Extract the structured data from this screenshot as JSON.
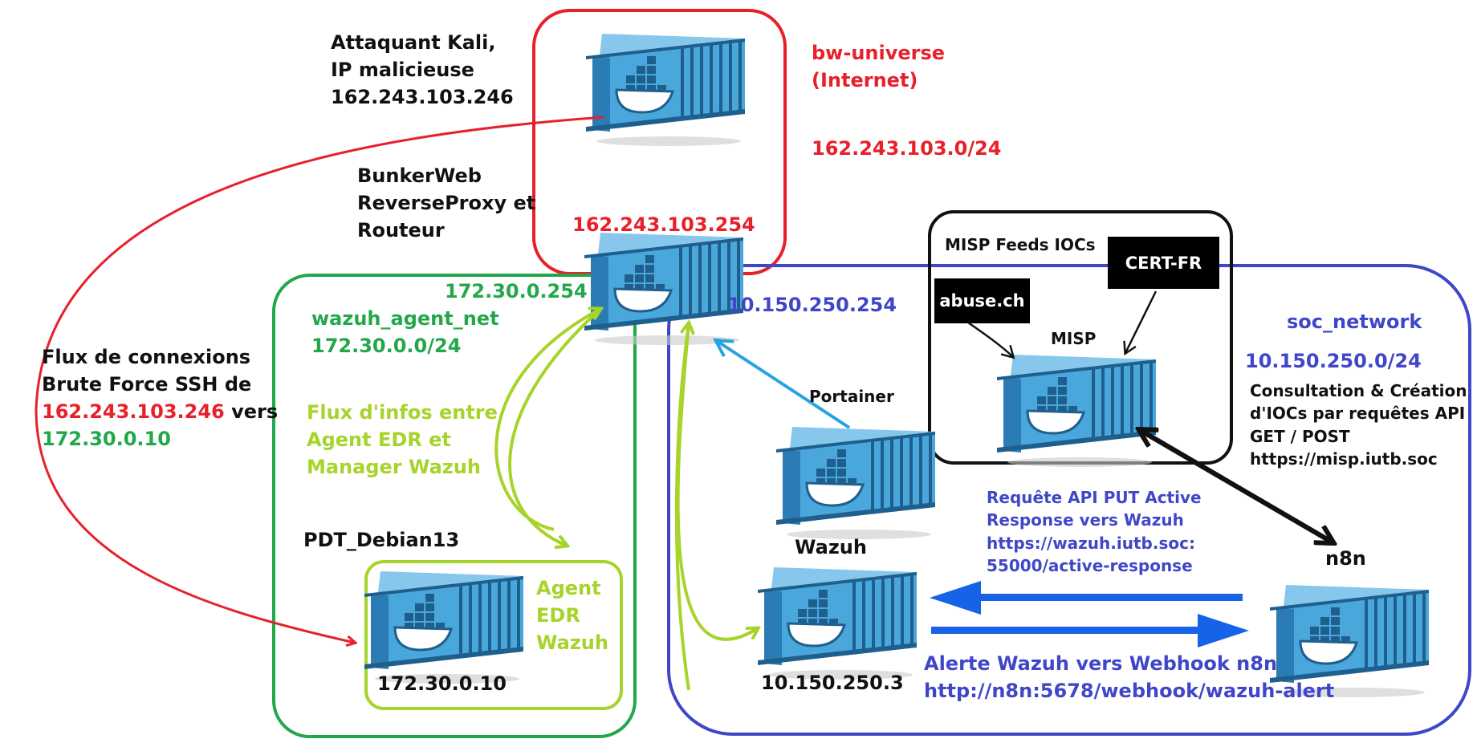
{
  "colors": {
    "internet": "#e8202a",
    "agent_net": "#22a84a",
    "agent_flow": "#a6d42a",
    "soc": "#3f47c8",
    "api_arrow": "#1663e8",
    "portainer_arrow": "#27a3e0",
    "container_body": "#4aa7db",
    "container_dark": "#1e5f8e",
    "black": "#111111"
  },
  "networks": {
    "internet": {
      "name_line1": "bw-universe",
      "name_line2": "(Internet)",
      "subnet": "162.243.103.0/24"
    },
    "agent_net": {
      "name": "wazuh_agent_net",
      "subnet": "172.30.0.0/24"
    },
    "soc": {
      "name": "soc_network",
      "subnet": "10.150.250.0/24"
    }
  },
  "nodes": {
    "attacker": {
      "line1": "Attaquant Kali,",
      "line2": "IP malicieuse",
      "line3": "162.243.103.246",
      "icon": "docker-container-icon"
    },
    "bunkerweb": {
      "line1": "BunkerWeb",
      "line2": "ReverseProxy et",
      "line3": "Routeur",
      "ip_internet": "162.243.103.254",
      "ip_agent": "172.30.0.254",
      "ip_soc": "10.150.250.254",
      "icon": "docker-container-icon"
    },
    "debian": {
      "name": "PDT_Debian13",
      "ip": "172.30.0.10",
      "agent_line1": "Agent",
      "agent_line2": "EDR",
      "agent_line3": "Wazuh"
    },
    "portainer": {
      "name": "Portainer"
    },
    "wazuh": {
      "name": "Wazuh",
      "ip": "10.150.250.3"
    },
    "misp": {
      "group_title": "MISP Feeds IOCs",
      "feed1": "abuse.ch",
      "feed2": "CERT-FR",
      "name": "MISP"
    },
    "n8n": {
      "name": "n8n"
    }
  },
  "annotations": {
    "ssh_flow": {
      "line1": "Flux de connexions",
      "line2": "Brute Force SSH de",
      "src_ip": "162.243.103.246",
      "vers": "vers",
      "dst_ip": "172.30.0.10"
    },
    "agent_flow": {
      "line1": "Flux d'infos entre",
      "line2": "Agent EDR et",
      "line3": "Manager Wazuh"
    },
    "misp_api": {
      "line1": "Consultation & Création",
      "line2": "d'IOCs par requêtes API",
      "line3": "GET / POST",
      "line4": "https://misp.iutb.soc"
    },
    "active_response": {
      "line1": "Requête API PUT Active",
      "line2": "Response vers Wazuh",
      "line3": "https://wazuh.iutb.soc:",
      "line4": "55000/active-response"
    },
    "alert": {
      "line1": "Alerte Wazuh vers Webhook n8n",
      "line2": "http://n8n:5678/webhook/wazuh-alert"
    }
  }
}
